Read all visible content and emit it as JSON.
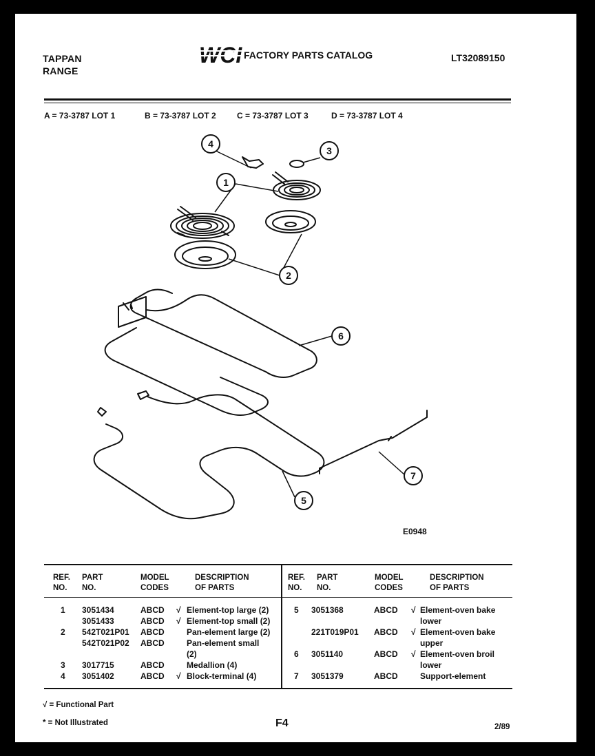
{
  "header": {
    "brand_line1": "TAPPAN",
    "brand_line2": "RANGE",
    "logo_text": "WCI",
    "catalog_title": "FACTORY PARTS CATALOG",
    "doc_id": "LT32089150"
  },
  "lots": [
    "A = 73-3787 LOT 1",
    "B = 73-3787 LOT 2",
    "C = 73-3787 LOT 3",
    "D = 73-3787 LOT 4"
  ],
  "diagram": {
    "callouts": [
      "1",
      "2",
      "3",
      "4",
      "5",
      "6",
      "7"
    ],
    "figure_code": "E0948"
  },
  "table": {
    "headers": {
      "ref_no_line1": "REF.",
      "ref_no_line2": "NO.",
      "part_no_line1": "PART",
      "part_no_line2": "NO.",
      "model_codes_line1": "MODEL",
      "model_codes_line2": "CODES",
      "description_line1": "DESCRIPTION",
      "description_line2": "OF PARTS"
    },
    "left_rows": [
      {
        "ref": "1",
        "part": "3051434",
        "codes": "ABCD",
        "mark": "√",
        "desc": "Element-top large (2)"
      },
      {
        "ref": "",
        "part": "3051433",
        "codes": "ABCD",
        "mark": "√",
        "desc": "Element-top small (2)"
      },
      {
        "ref": "2",
        "part": "542T021P01",
        "codes": "ABCD",
        "mark": "",
        "desc": "Pan-element large (2)"
      },
      {
        "ref": "",
        "part": "542T021P02",
        "codes": "ABCD",
        "mark": "",
        "desc": "Pan-element small (2)"
      },
      {
        "ref": "3",
        "part": "3017715",
        "codes": "ABCD",
        "mark": "",
        "desc": "Medallion (4)"
      },
      {
        "ref": "4",
        "part": "3051402",
        "codes": "ABCD",
        "mark": "√",
        "desc": "Block-terminal (4)"
      }
    ],
    "right_rows": [
      {
        "ref": "5",
        "part": "3051368",
        "codes": "ABCD",
        "mark": "√",
        "desc": "Element-oven bake lower"
      },
      {
        "ref": "",
        "part": "221T019P01",
        "codes": "ABCD",
        "mark": "√",
        "desc": "Element-oven bake upper"
      },
      {
        "ref": "6",
        "part": "3051140",
        "codes": "ABCD",
        "mark": "√",
        "desc": "Element-oven broil lower"
      },
      {
        "ref": "7",
        "part": "3051379",
        "codes": "ABCD",
        "mark": "",
        "desc": "Support-element"
      }
    ]
  },
  "footer": {
    "functional_note": "√ = Functional Part",
    "not_illustrated_note": "* = Not Illustrated",
    "page_number": "F4",
    "date": "2/89"
  }
}
